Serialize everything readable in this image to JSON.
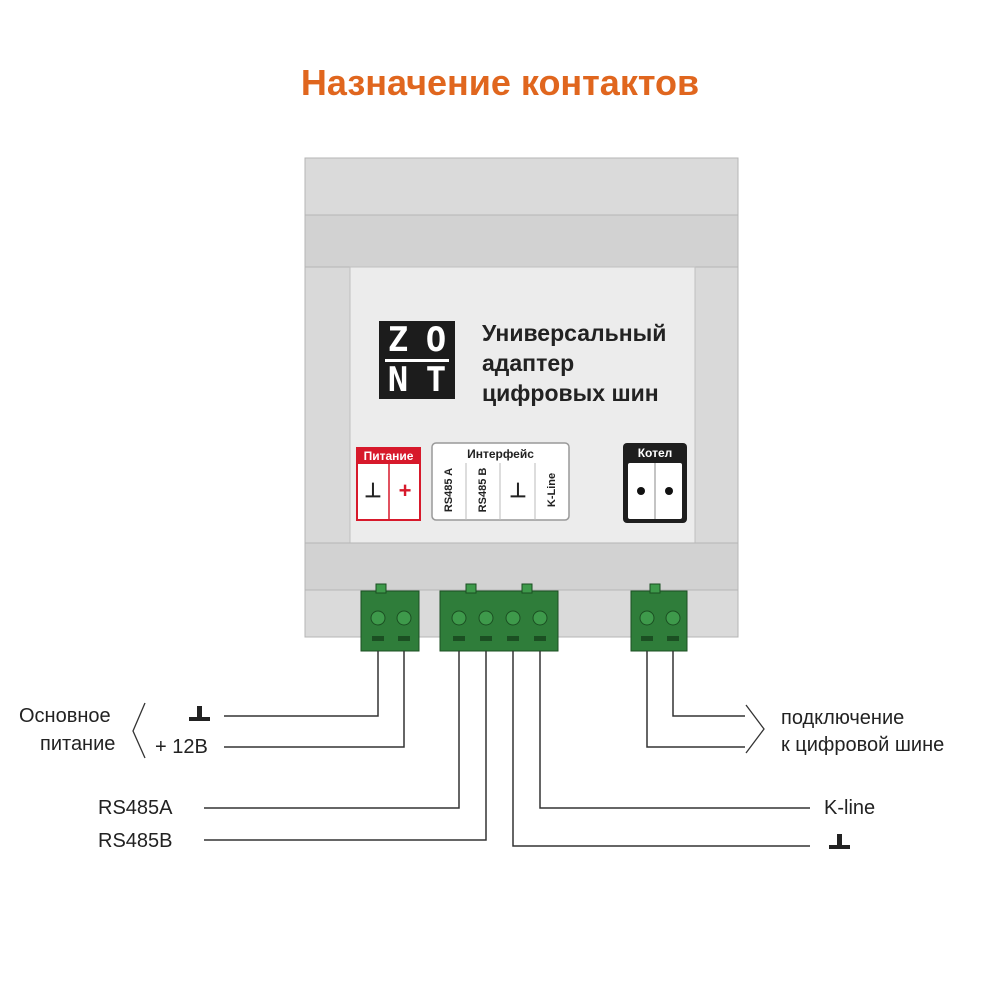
{
  "title": "Назначение контактов",
  "device": {
    "logo_row1": [
      "Z",
      "O"
    ],
    "logo_row2": [
      "N",
      "T"
    ],
    "name_lines": [
      "Универсальный",
      "адаптер",
      "цифровых шин"
    ]
  },
  "blocks": {
    "power": {
      "title": "Питание",
      "symbols": [
        "⊥",
        "+"
      ]
    },
    "interface": {
      "title": "Интерфейс",
      "pins": [
        "RS485 A",
        "RS485 B",
        "⊥",
        "K-Line"
      ]
    },
    "boiler": {
      "title": "Котел"
    }
  },
  "labels": {
    "main_power_line1": "Основное",
    "main_power_line2": "питание",
    "plus12": "+ 12В",
    "rs485a": "RS485A",
    "rs485b": "RS485B",
    "digital_bus_line1": "подключение",
    "digital_bus_line2": "к цифровой шине",
    "kline": "K-line"
  },
  "colors": {
    "title": "#e0661e",
    "power_block": "#d7192b",
    "terminal_green": "#2f7d3a",
    "housing": "#d9d9d9"
  }
}
